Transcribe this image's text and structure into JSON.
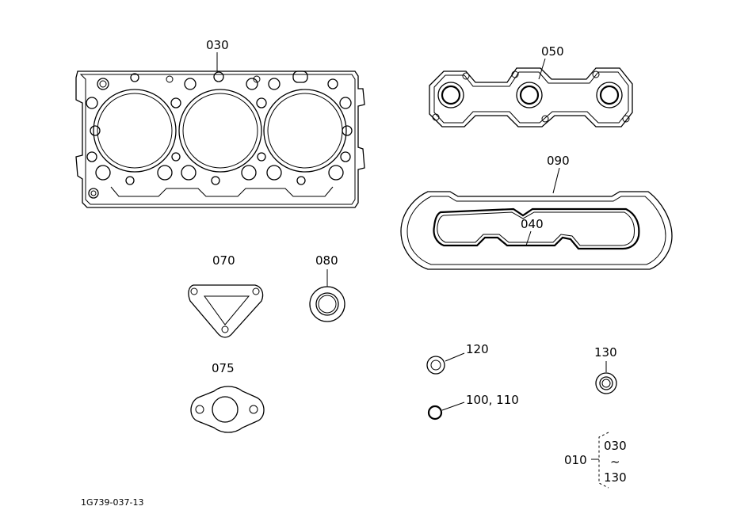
{
  "labels": {
    "p030": "030",
    "p050": "050",
    "p090": "090",
    "p040": "040",
    "p070": "070",
    "p080": "080",
    "p075": "075",
    "p120": "120",
    "p100_110": "100, 110",
    "p130": "130",
    "kit": "010",
    "kit_from": "030",
    "kit_tilde": "~",
    "kit_to": "130"
  },
  "drawing_code": "1G739-037-13"
}
